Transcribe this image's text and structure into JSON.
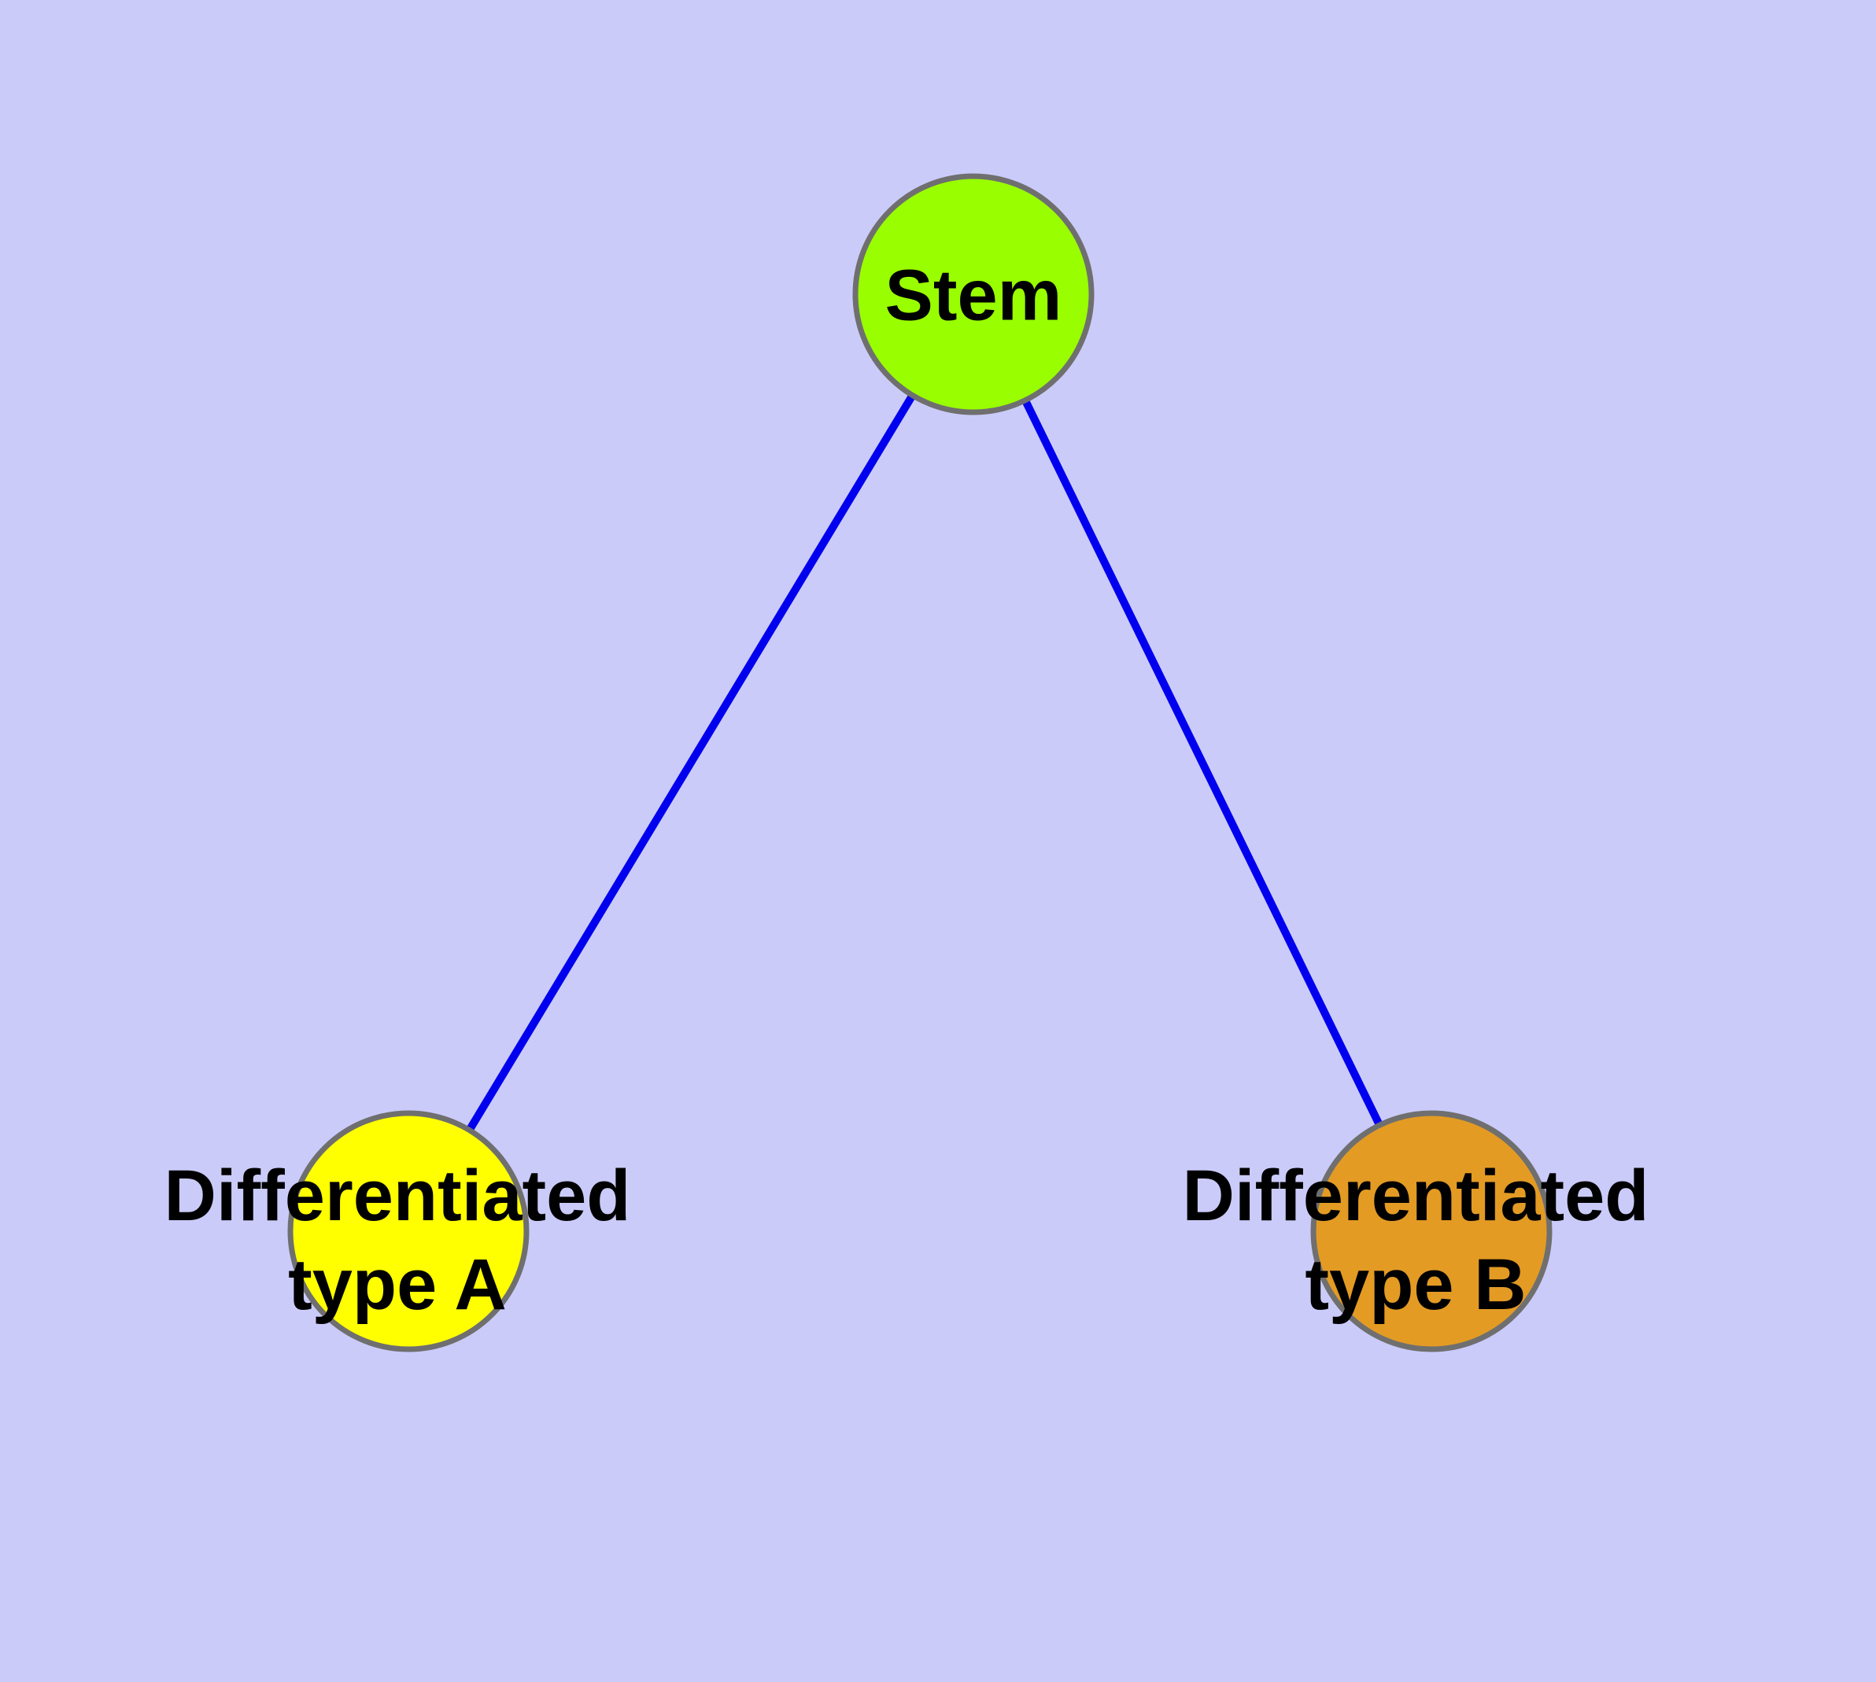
{
  "diagram": {
    "type": "node-edge-graph",
    "background_color": "#cbcbfa",
    "text_color": "#000000",
    "node_border_color": "#6f6f6f",
    "edge_color": "#0000ee",
    "nodes": {
      "stem": {
        "label": "Stem",
        "fill": "#99ff00",
        "border": "#6f6f6f",
        "shape": "circle"
      },
      "type_a": {
        "label": "Differentiated\ntype A",
        "fill": "#ffff00",
        "border": "#6f6f6f",
        "shape": "circle"
      },
      "type_b": {
        "label": "Differentiated\ntype B",
        "fill": "#e39b24",
        "border": "#6f6f6f",
        "shape": "circle"
      }
    },
    "edges": [
      {
        "from": "Stem",
        "to": "Differentiated type A",
        "color": "#0000ee"
      },
      {
        "from": "Stem",
        "to": "Differentiated type B",
        "color": "#0000ee"
      }
    ]
  }
}
